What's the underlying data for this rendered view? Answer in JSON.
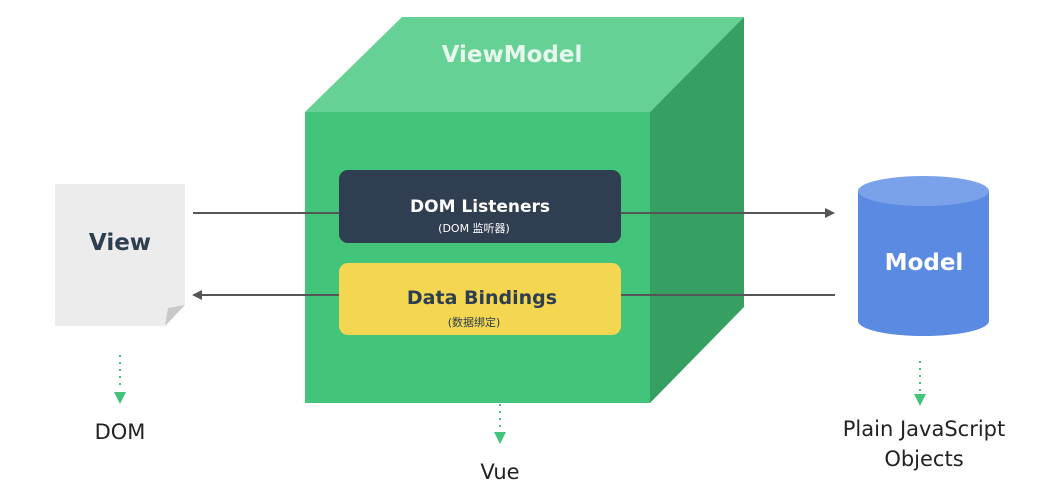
{
  "diagram": {
    "viewmodel_title": "ViewModel",
    "view_label": "View",
    "model_label": "Model",
    "dom_listeners": {
      "title": "DOM Listeners",
      "subtitle": "(DOM 监听器)"
    },
    "data_bindings": {
      "title": "Data Bindings",
      "subtitle": "(数据绑定)"
    },
    "bottom_labels": {
      "dom": "DOM",
      "vue": "Vue",
      "plain_js_line1": "Plain JavaScript",
      "plain_js_line2": "Objects"
    }
  },
  "colors": {
    "cube_front": "#42c47b",
    "cube_top": "#66d195",
    "cube_side": "#36a063",
    "dom_listeners_box": "#2f3e50",
    "data_bindings_box": "#f5d651",
    "model_cylinder": "#5b8ae3",
    "view_page": "#ececec",
    "arrow": "#555555",
    "dotted_arrow": "#42c47b"
  }
}
